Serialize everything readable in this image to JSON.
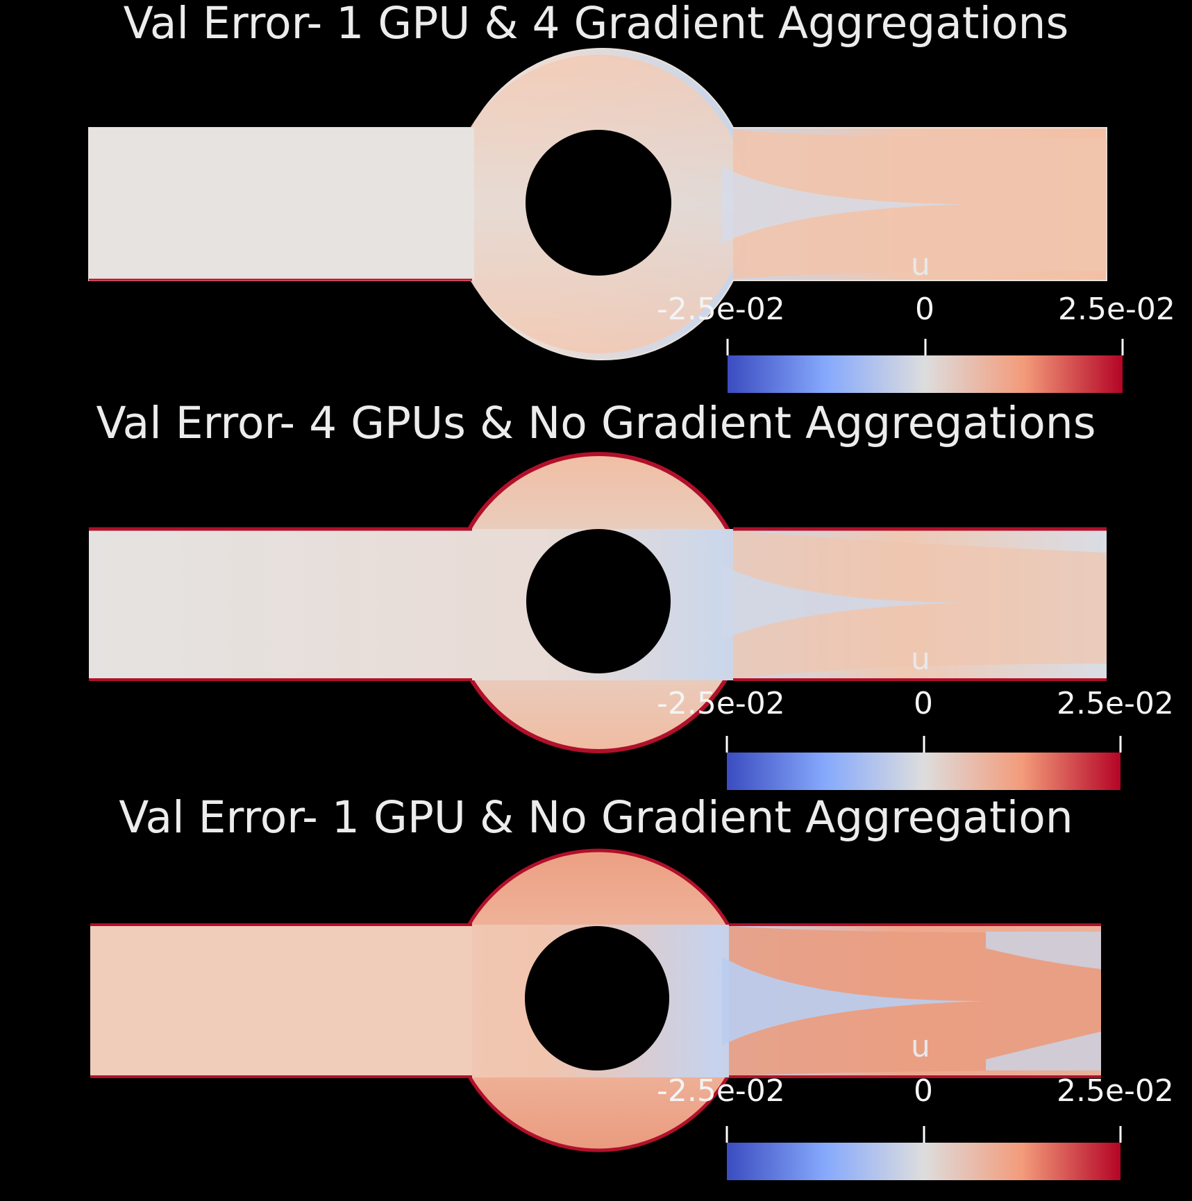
{
  "panels": [
    {
      "title": "Val Error- 1 GPU & 4 Gradient Aggregations",
      "colorbar": {
        "variable": "u",
        "min_label": "-2.5e-02",
        "mid_label": "0",
        "max_label": "2.5e-02"
      }
    },
    {
      "title": "Val Error- 4 GPUs & No Gradient Aggregations",
      "colorbar": {
        "variable": "u",
        "min_label": "-2.5e-02",
        "mid_label": "0",
        "max_label": "2.5e-02"
      }
    },
    {
      "title": "Val Error- 1 GPU & No Gradient Aggregation",
      "colorbar": {
        "variable": "u",
        "min_label": "-2.5e-02",
        "mid_label": "0",
        "max_label": "2.5e-02"
      }
    }
  ],
  "colors": {
    "background": "#000000",
    "cold": "#3b4cc0",
    "neutral": "#dddddd",
    "hot": "#b40426",
    "edge": "#b0102a"
  }
}
